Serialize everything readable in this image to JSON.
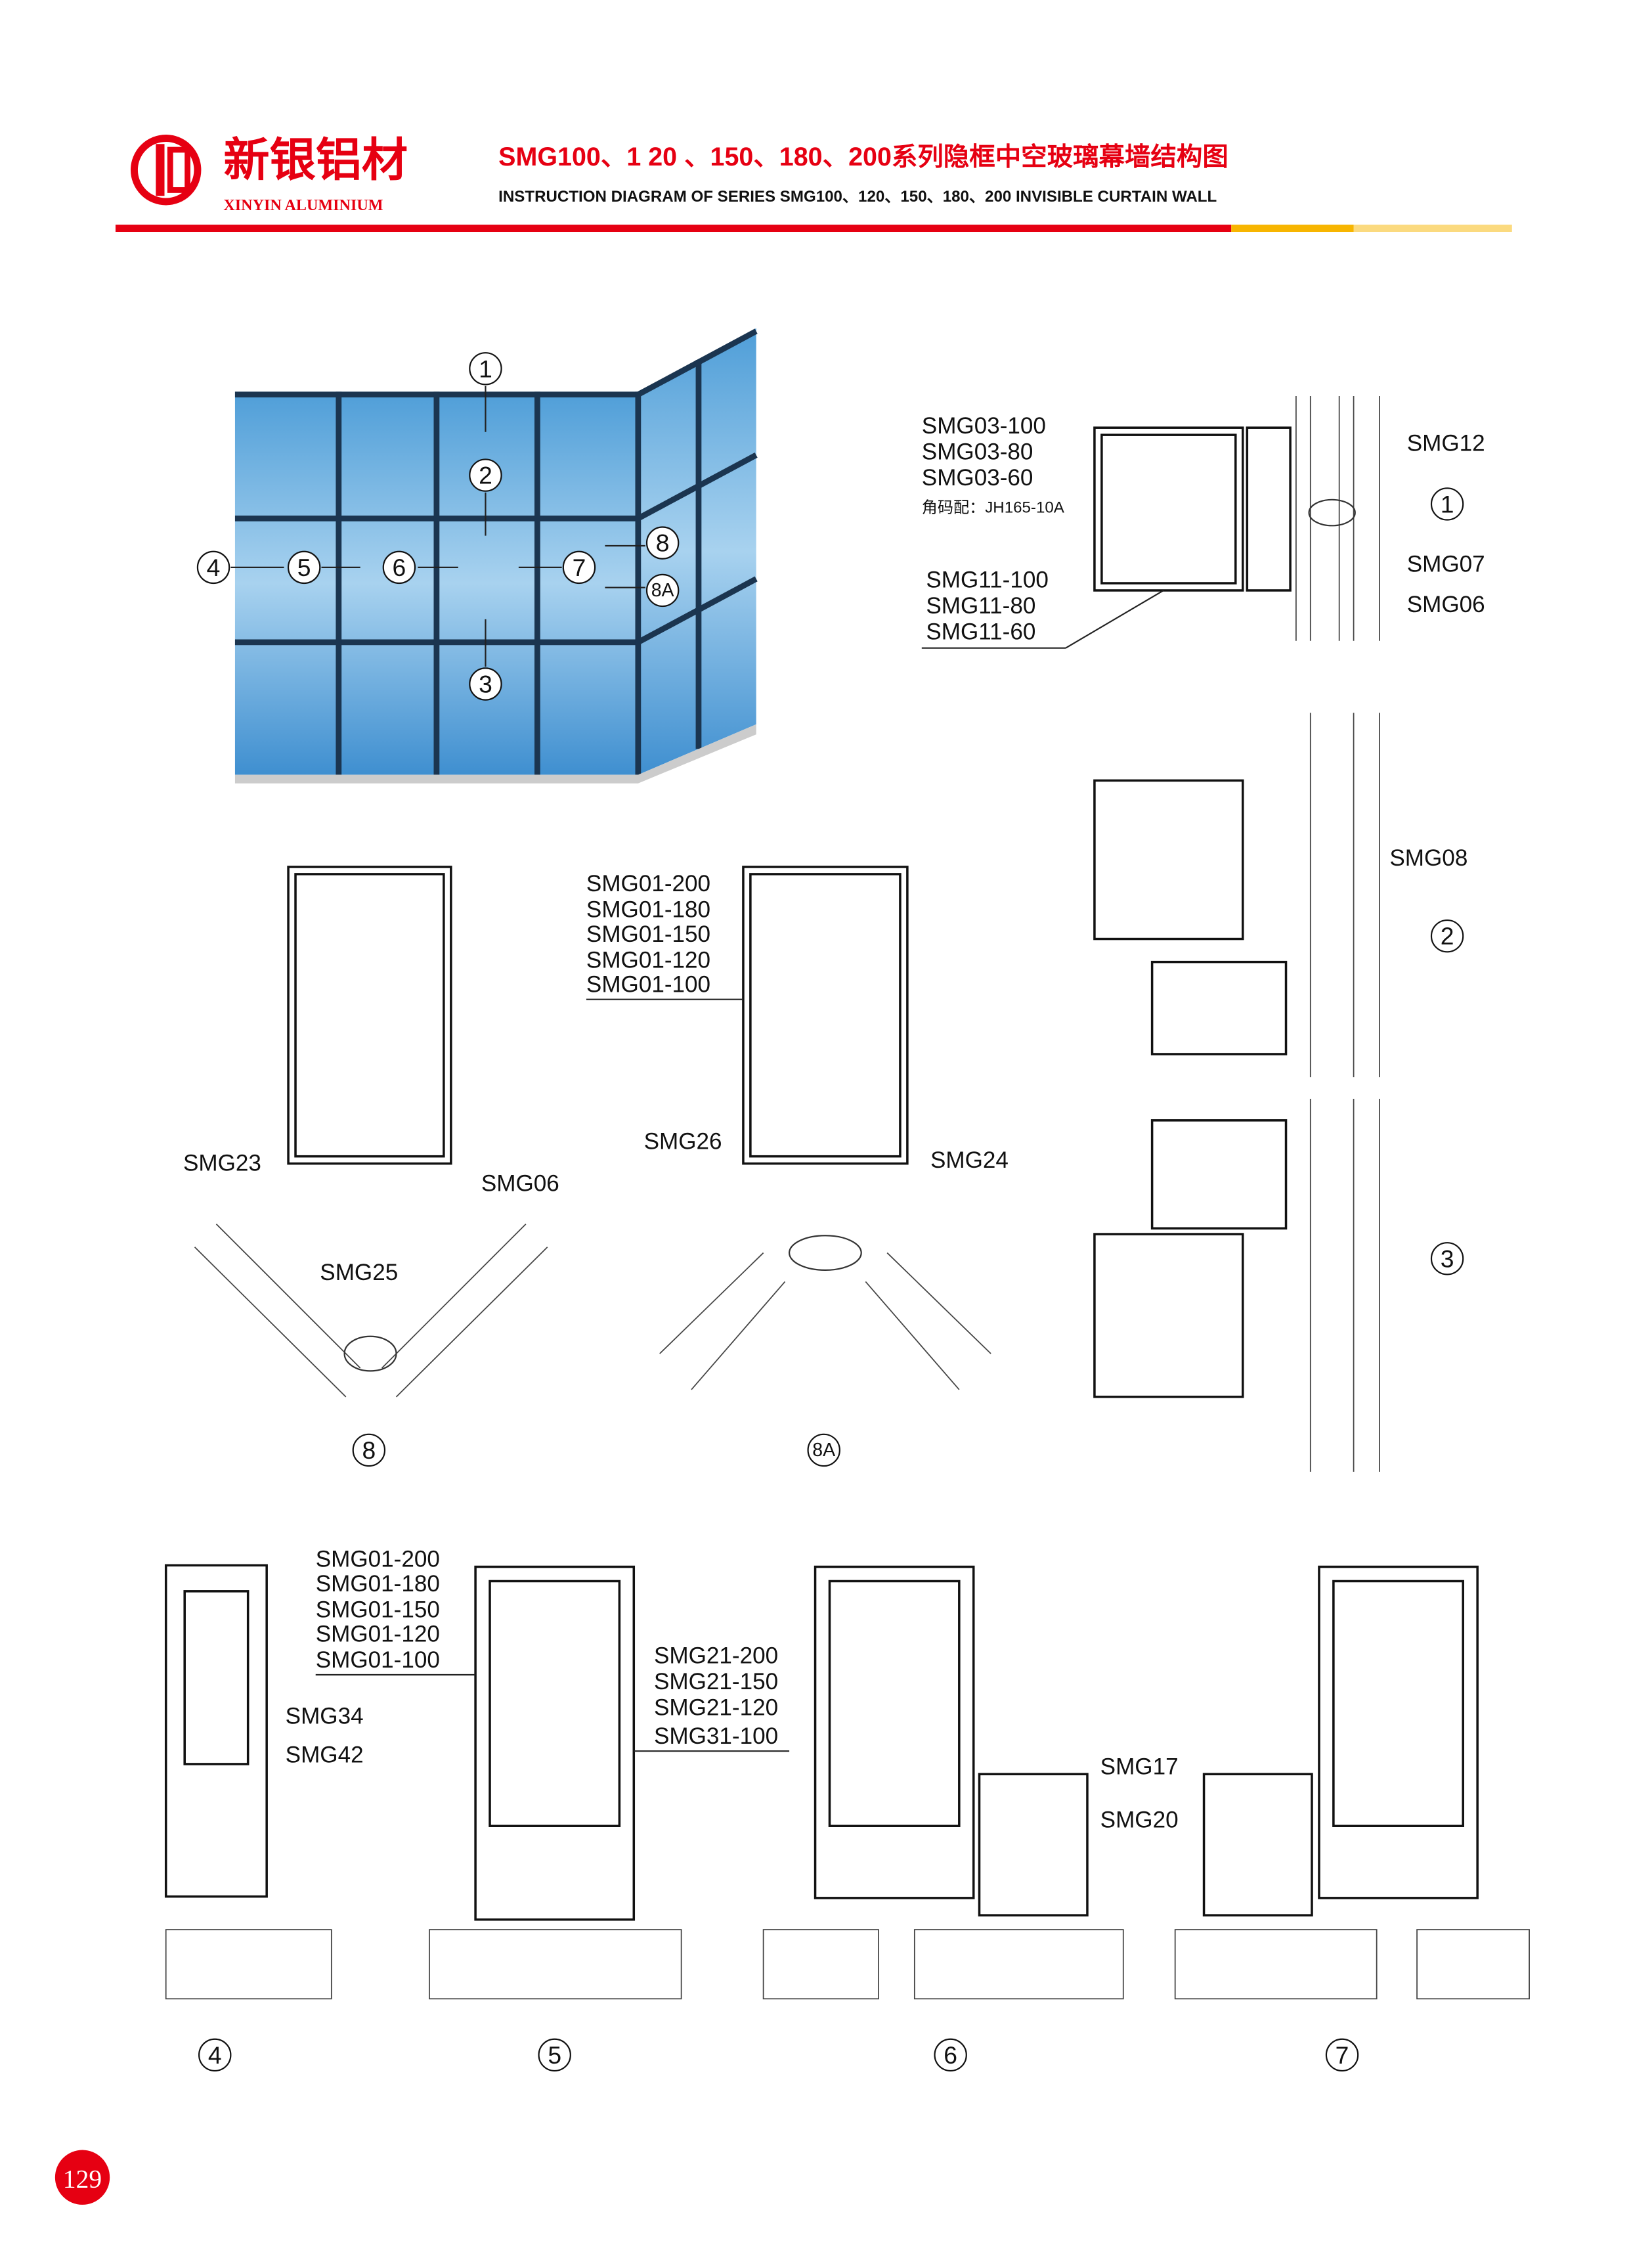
{
  "header": {
    "brand_cn": "新银铝材",
    "brand_en": "XINYIN ALUMINIUM",
    "title_cn": "SMG100、1 20 、150、180、200系列隐框中空玻璃幕墙结构图",
    "title_en": "INSTRUCTION DIAGRAM OF SERIES SMG100、120、150、180、200 INVISIBLE CURTAIN WALL",
    "colors": {
      "red": "#e60012",
      "yellow": "#f7b500"
    }
  },
  "facade": {
    "callouts": [
      "1",
      "2",
      "3",
      "4",
      "5",
      "6",
      "7",
      "8",
      "8A"
    ]
  },
  "detail1": {
    "left_labels": [
      "SMG03-100",
      "SMG03-80",
      "SMG03-60"
    ],
    "note": "角码配：JH165-10A",
    "bottom_labels": [
      "SMG11-100",
      "SMG11-80",
      "SMG11-60"
    ],
    "right_labels": [
      "SMG12",
      "SMG07",
      "SMG06"
    ],
    "id": "1"
  },
  "detail2": {
    "label": "SMG08",
    "id": "2"
  },
  "detail3": {
    "id": "3"
  },
  "detail8": {
    "labels": [
      "SMG23",
      "SMG06",
      "SMG25"
    ],
    "id": "8"
  },
  "detail8a": {
    "series": [
      "SMG01-200",
      "SMG01-180",
      "SMG01-150",
      "SMG01-120",
      "SMG01-100"
    ],
    "labels": [
      "SMG26",
      "SMG24"
    ],
    "id": "8A"
  },
  "bottom": {
    "series": [
      "SMG01-200",
      "SMG01-180",
      "SMG01-150",
      "SMG01-120",
      "SMG01-100"
    ],
    "labels_4": [
      "SMG34",
      "SMG42"
    ],
    "series_21": [
      "SMG21-200",
      "SMG21-150",
      "SMG21-120",
      "SMG31-100"
    ],
    "labels_6": [
      "SMG17",
      "SMG20"
    ],
    "ids": [
      "4",
      "5",
      "6",
      "7"
    ]
  },
  "page_number": "129"
}
